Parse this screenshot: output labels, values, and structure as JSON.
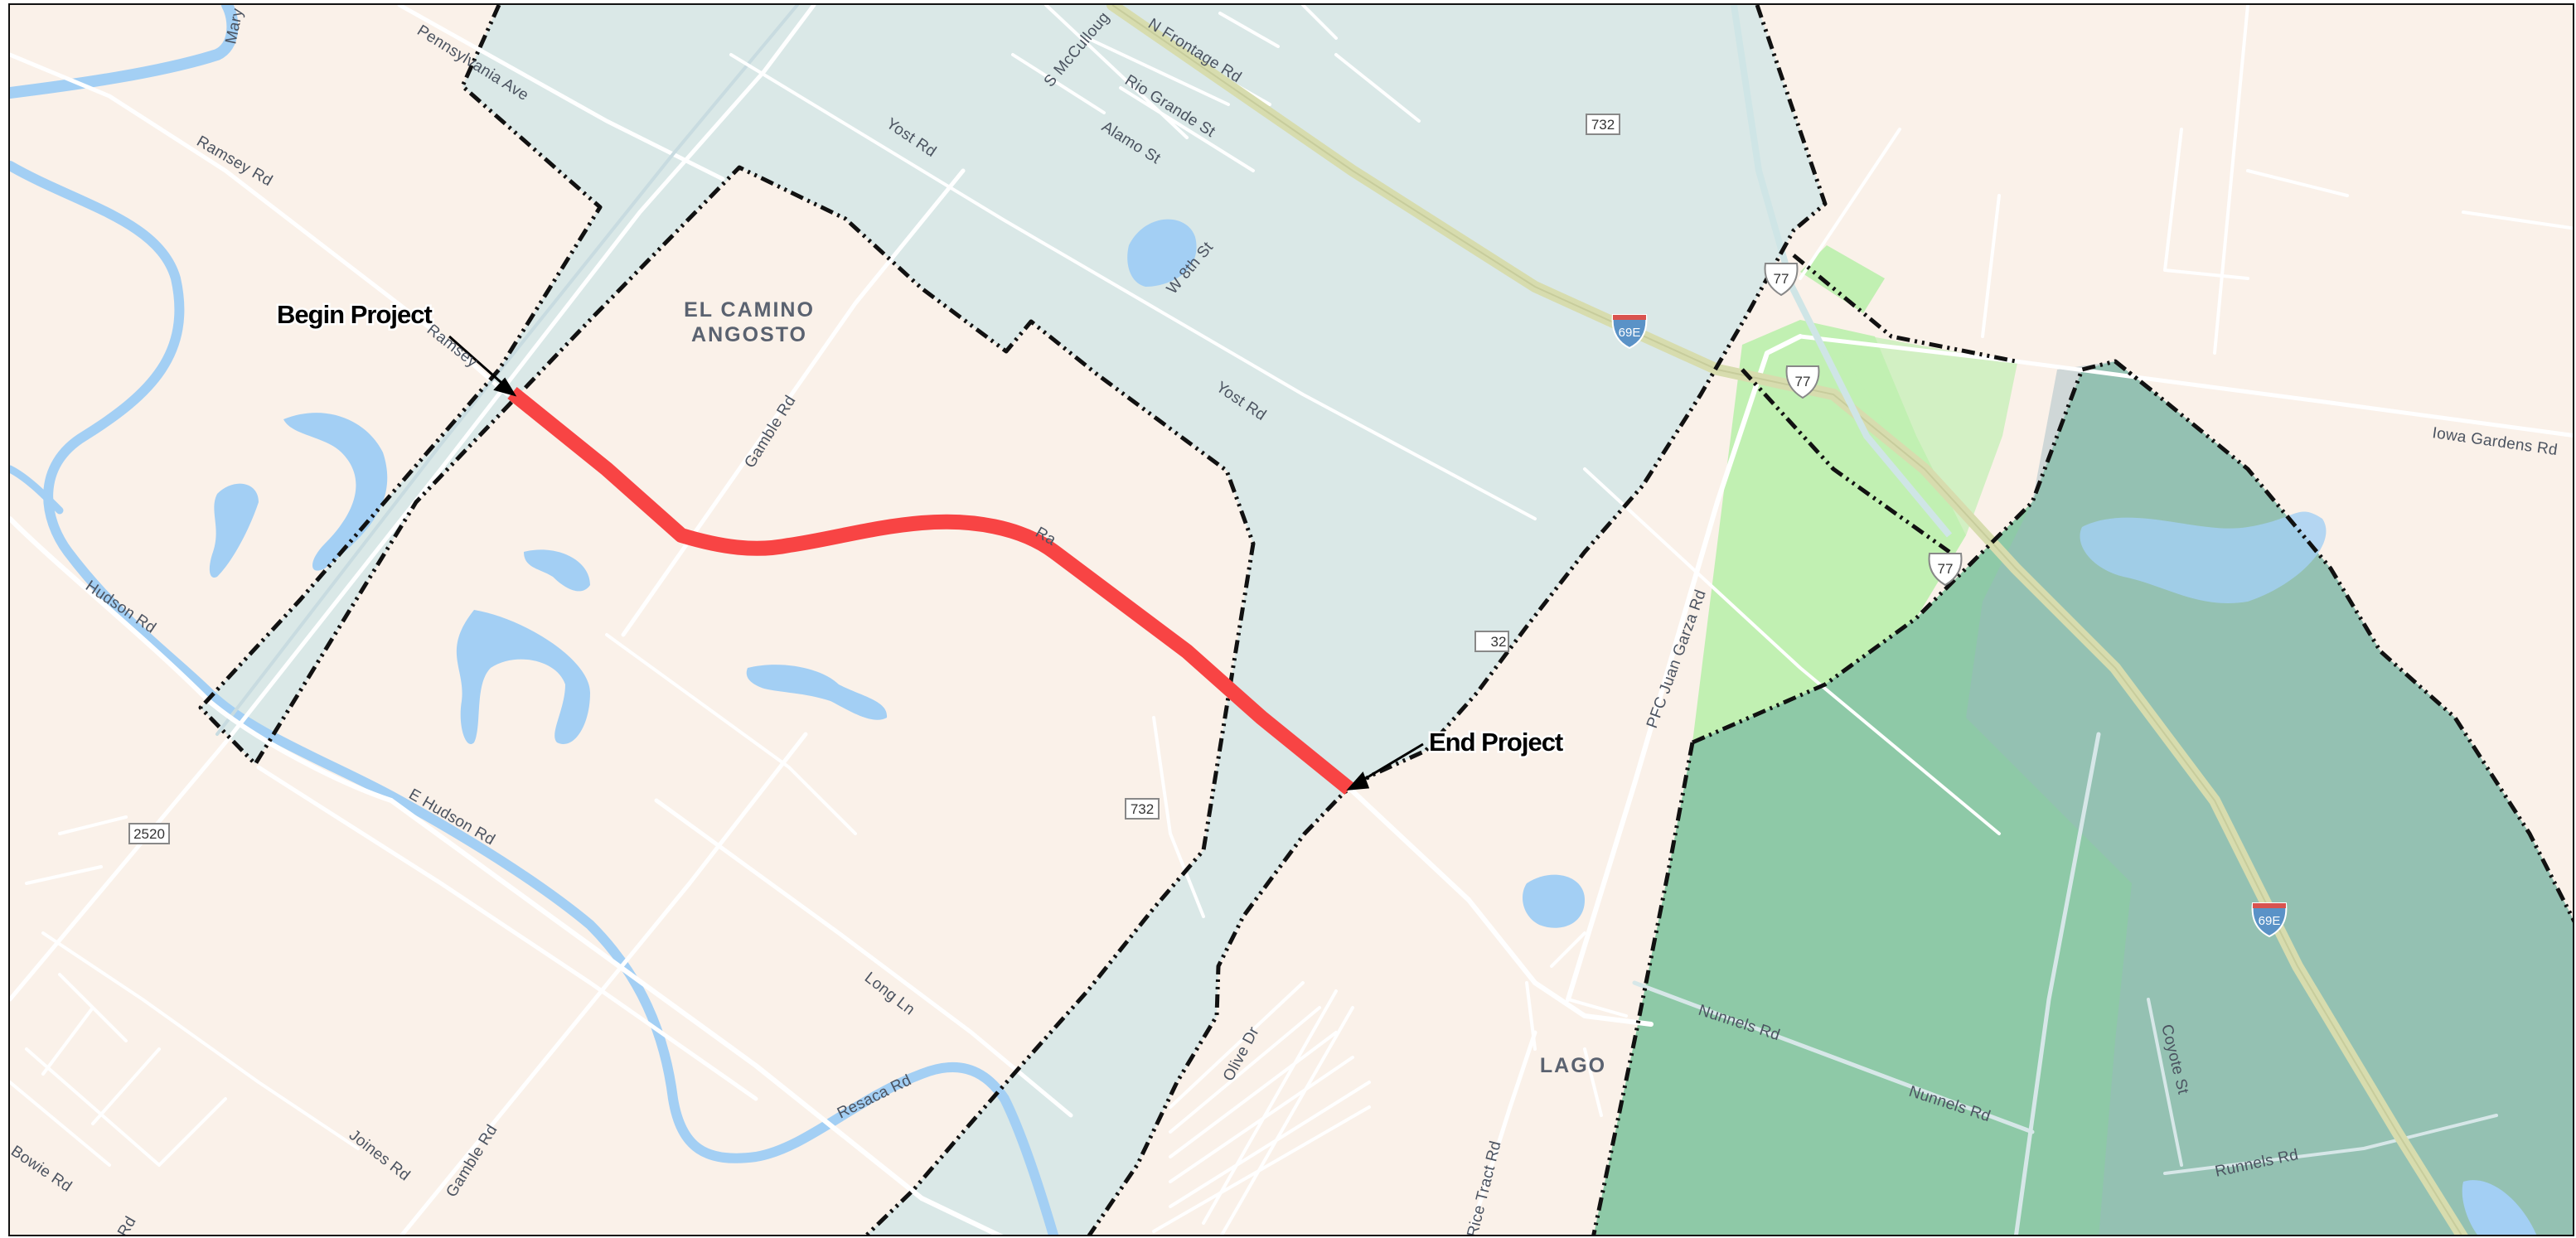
{
  "annotations": {
    "begin": "Begin Project",
    "end": "End Project"
  },
  "places": {
    "el_camino_1": "EL CAMINO",
    "el_camino_2": "ANGOSTO",
    "lago": "LAGO"
  },
  "roads": {
    "pennsylvania": "Pennsylvania Ave",
    "ramsey": "Ramsey Rd",
    "ramsey_partial": "Ramsey",
    "hudson": "Hudson Rd",
    "e_hudson": "E Hudson Rd",
    "gamble_north": "Gamble Rd",
    "gamble_south": "Gamble Rd",
    "joines": "Joines Rd",
    "long_ln": "Long Ln",
    "resaca": "Resaca Rd",
    "olive": "Olive Dr",
    "yost_1": "Yost Rd",
    "yost_2": "Yost Rd",
    "s_mcculloug": "S McCulloug",
    "rio_grande": "Rio Grande St",
    "alamo": "Alamo St",
    "w_8th": "W 8th St",
    "n_frontage": "N Frontage Rd",
    "pfc_juan_garza": "PFC Juan Garza Rd",
    "iowa_gardens": "Iowa Gardens Rd",
    "nunnels_1": "Nunnels Rd",
    "nunnels_2": "Nunnels Rd",
    "coyote": "Coyote St",
    "runnels": "Runnels Rd",
    "rice_tract": "Rice Tract Rd",
    "bowie": "Bowie Rd",
    "rd_fragment": "Rd",
    "mary": "Mary",
    "ramsey_road_fragment": "Ra",
    "fm_732_fragment": "32"
  },
  "shields": {
    "fm2520": "2520",
    "fm732_top": "732",
    "fm732_mid": "732",
    "us77_a": "77",
    "us77_b": "77",
    "us77_c": "77",
    "i69e_a": "69E",
    "i69e_b": "69E"
  },
  "colors": {
    "land": "#faf1e9",
    "water": "#a3cff4",
    "city_limits": "#d4e6e6",
    "green_zone": "#8ec9a7",
    "light_green": "#c1f0b2",
    "project": "#f84444",
    "interstate": "#d7dcae",
    "boundary": "#111111"
  },
  "project": {
    "begin_label": "Begin Project",
    "end_label": "End Project"
  }
}
